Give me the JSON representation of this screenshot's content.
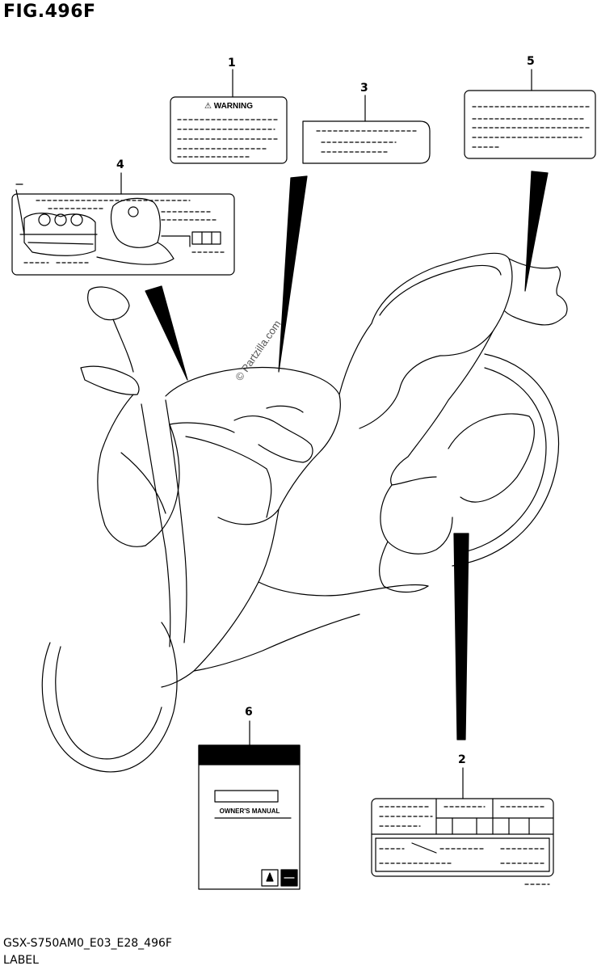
{
  "figure": {
    "title": "FIG.496F",
    "code": "GSX-S750AM0_E03_E28_496F",
    "section": "LABEL"
  },
  "watermark": "© Partzilla.com",
  "callouts": [
    {
      "number": "1",
      "part": "warning-label"
    },
    {
      "number": "2",
      "part": "information-label"
    },
    {
      "number": "3",
      "part": "tank-label"
    },
    {
      "number": "4",
      "part": "emission-hose-label"
    },
    {
      "number": "5",
      "part": "frame-label"
    },
    {
      "number": "6",
      "part": "owners-manual"
    }
  ],
  "labels": {
    "warning_heading": "⚠ WARNING",
    "manual_title": "OWNER'S MANUAL"
  },
  "colors": {
    "line": "#000000",
    "background": "#ffffff",
    "watermark": "#555555"
  }
}
